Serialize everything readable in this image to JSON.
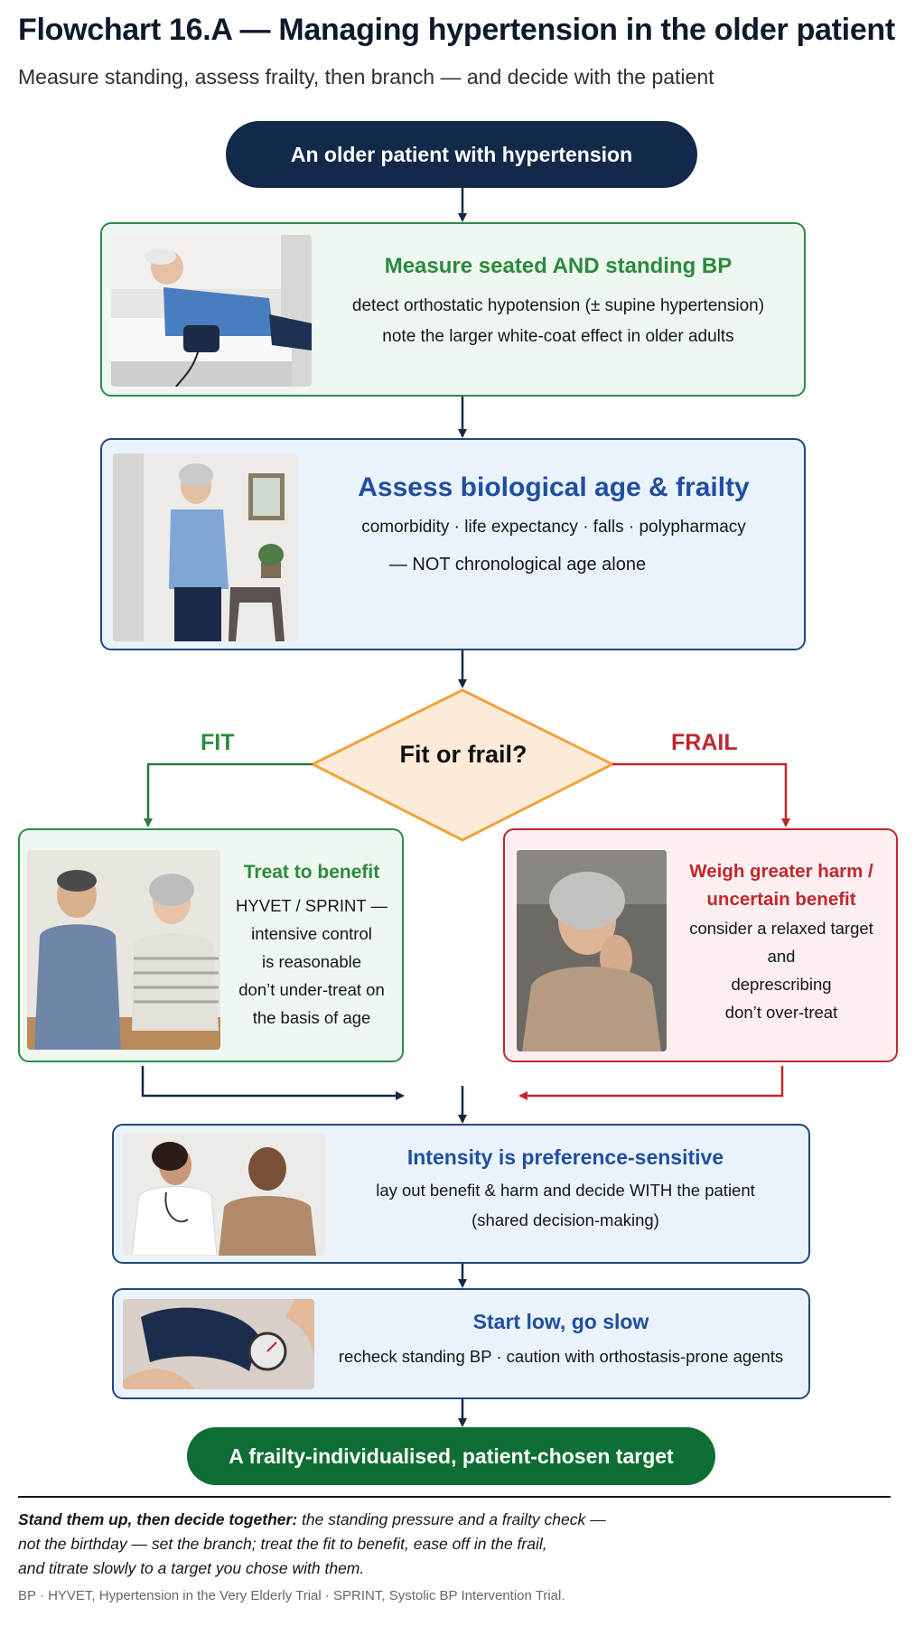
{
  "title": "Flowchart 16.A — Managing hypertension in the older patient",
  "subtitle": "Measure standing, assess frailty, then branch — and decide with the patient",
  "start_node": "An older patient with hypertension",
  "measure": {
    "heading": "Measure seated AND standing BP",
    "line1": "detect orthostatic hypotension (± supine hypertension)",
    "line2": "note the larger white-coat effect in older adults"
  },
  "assess": {
    "heading": "Assess biological age & frailty",
    "line1": "comorbidity · life expectancy · falls · polypharmacy",
    "line2": "— NOT chronological age alone"
  },
  "decision": {
    "question": "Fit or frail?",
    "fit_label": "FIT",
    "frail_label": "FRAIL"
  },
  "fit_box": {
    "heading": "Treat to benefit",
    "lines": [
      "HYVET / SPRINT —",
      "intensive control",
      "is reasonable",
      "don’t under-treat on",
      "the basis of age"
    ]
  },
  "frail_box": {
    "heading_lines": [
      "Weigh greater harm /",
      "uncertain benefit"
    ],
    "lines": [
      "consider a relaxed target",
      "and",
      "deprescribing",
      "don’t over-treat"
    ]
  },
  "intensity": {
    "heading": "Intensity is preference-sensitive",
    "line1": "lay out benefit & harm and decide WITH the patient",
    "line2": "(shared decision-making)"
  },
  "start_low": {
    "heading": "Start low, go slow",
    "line1": "recheck standing BP · caution with orthostasis-prone agents"
  },
  "end_node": "A frailty-individualised, patient-chosen target",
  "footer": {
    "lead": "Stand them up, then decide together:",
    "line1_rest": " the standing pressure and a frailty check —",
    "line2": "not the birthday — set the branch; treat the fit to benefit, ease off in the frail,",
    "line3": "and titrate slowly to a target you chose with them."
  },
  "abbreviations": "BP · HYVET, Hypertension in the Very Elderly Trial · SPRINT, Systolic BP Intervention Trial.",
  "colors": {
    "navy": "#13294a",
    "green": "#2b8a3e",
    "blue": "#1f4fa0",
    "red": "#c0272d",
    "diamond_fill": "#fdebd9",
    "diamond_stroke": "#f2a23a"
  }
}
